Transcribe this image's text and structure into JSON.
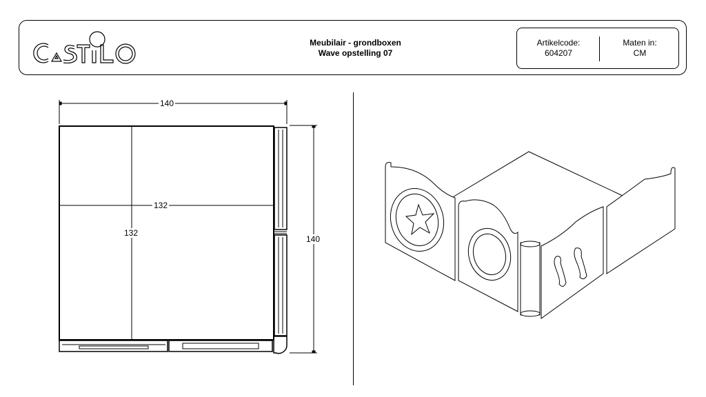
{
  "header": {
    "brand": "CASTILO",
    "title_line1": "Meubilair - grondboxen",
    "title_line2": "Wave opstelling 07",
    "article_label": "Artikelcode:",
    "article_value": "604207",
    "units_label": "Maten in:",
    "units_value": "CM"
  },
  "top_view": {
    "outer_width": "140",
    "outer_depth": "140",
    "inner_width": "132",
    "inner_depth": "132"
  },
  "iso_view": {
    "description": "Isometric view of Wave playpen arrangement with star-window panel, porthole panel, corner post and wave-slot panel"
  }
}
